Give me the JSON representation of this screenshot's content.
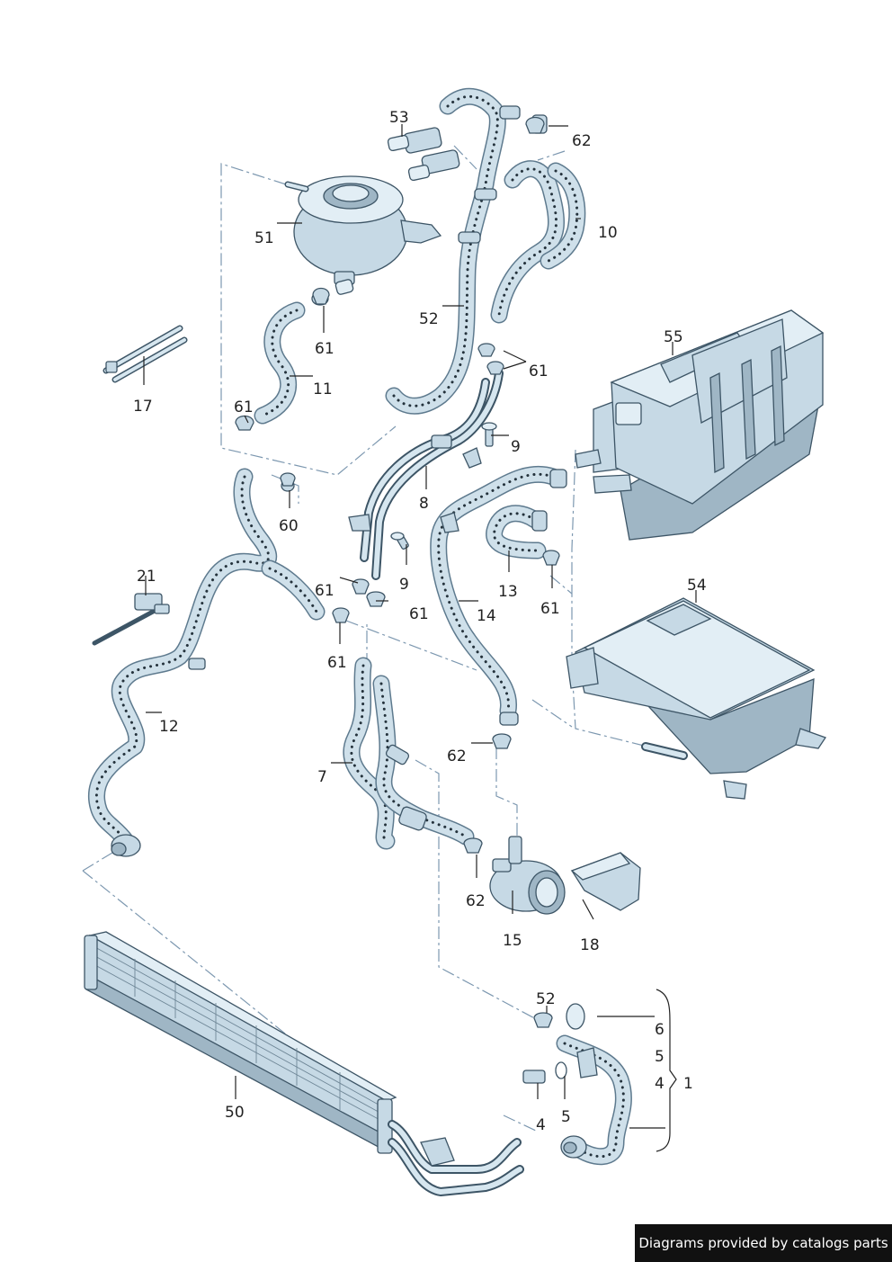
{
  "callouts": {
    "c53": "53",
    "c62a": "62",
    "c51": "51",
    "c10": "10",
    "c52a": "52",
    "c61a": "61",
    "c61b": "61",
    "c55": "55",
    "c17": "17",
    "c11": "11",
    "c61c": "61",
    "c9a": "9",
    "c8": "8",
    "c60": "60",
    "c21": "21",
    "c9b": "9",
    "c61d": "61",
    "c13": "13",
    "c54": "54",
    "c61e": "61",
    "c14": "14",
    "c61f": "61",
    "c61g": "61",
    "c12": "12",
    "c62b": "62",
    "c7": "7",
    "c62c": "62",
    "c15": "15",
    "c18": "18",
    "c52b": "52",
    "c6": "6",
    "c5a": "5",
    "c4a": "4",
    "c1": "1",
    "c50": "50",
    "c4b": "4",
    "c5b": "5"
  },
  "footer": {
    "credit": "Diagrams provided by catalogs parts"
  },
  "colors": {
    "hose_fill": "#cfe0ea",
    "hose_outline": "#5e7a8e",
    "part_fill": "#c6d9e5",
    "dash_line": "#7d98b0",
    "credit_bg": "#111111"
  }
}
